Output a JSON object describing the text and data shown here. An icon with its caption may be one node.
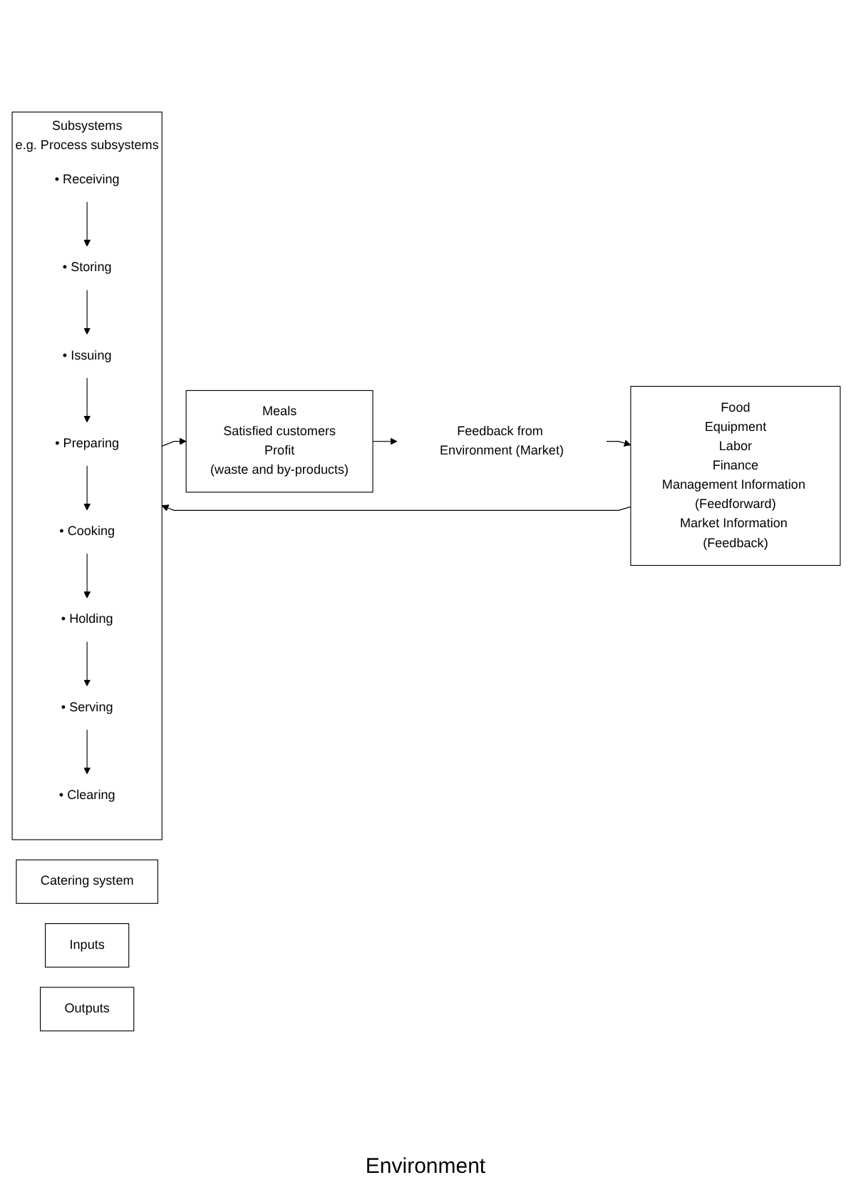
{
  "diagram": {
    "nodes": [
      {
        "text": [
          "Catering system"
        ]
      },
      {
        "text": [
          "Inputs"
        ]
      },
      {
        "text": [
          "Outputs"
        ]
      },
      {
        "text": [
          "Food",
          "Equipment",
          "Labor",
          "Finance",
          "Management Information (Feedforward)",
          "Market Information (Feedback)"
        ]
      },
      {
        "text": [
          "Subsystems",
          "e.g. Process subsystems"
        ]
      },
      {
        "text": [
          "• Receiving"
        ],
        "in": 4
      },
      {
        "text": [
          "• Storing"
        ],
        "in": 4
      },
      {
        "text": [
          "• Issuing"
        ],
        "in": 4
      },
      {
        "text": [
          "• Preparing"
        ],
        "in": 4
      },
      {
        "text": [
          "• Cooking"
        ],
        "in": 4
      },
      {
        "text": [
          "• Holding"
        ],
        "in": 4
      },
      {
        "text": [
          "• Serving"
        ],
        "in": 4
      },
      {
        "text": [
          "• Clearing"
        ],
        "in": 4
      },
      {
        "text": [
          "Meals",
          "Satisfied customers",
          "Profit",
          "(waste and by-products)"
        ]
      },
      {
        "text": [
          "Feedback from Environment (Market)"
        ]
      }
    ],
    "edges": [
      {
        "from": 3,
        "to": 4,
        "arrow": "to"
      },
      {
        "from": 4,
        "to": 13,
        "arrow": "to"
      },
      {
        "from": 5,
        "to": 6,
        "arrow": "to"
      },
      {
        "from": 6,
        "to": 7,
        "arrow": "to"
      },
      {
        "from": 7,
        "to": 8,
        "arrow": "to"
      },
      {
        "from": 8,
        "to": 9,
        "arrow": "to"
      },
      {
        "from": 9,
        "to": 10,
        "arrow": "to"
      },
      {
        "from": 10,
        "to": 11,
        "arrow": "to"
      },
      {
        "from": 11,
        "to": 12,
        "arrow": "to"
      },
      {
        "from": 13,
        "to": 14,
        "arrow": "to"
      },
      {
        "from": 14,
        "to": 3,
        "arrow": "to"
      }
    ],
    "labels": [
      "Environment"
    ]
  }
}
